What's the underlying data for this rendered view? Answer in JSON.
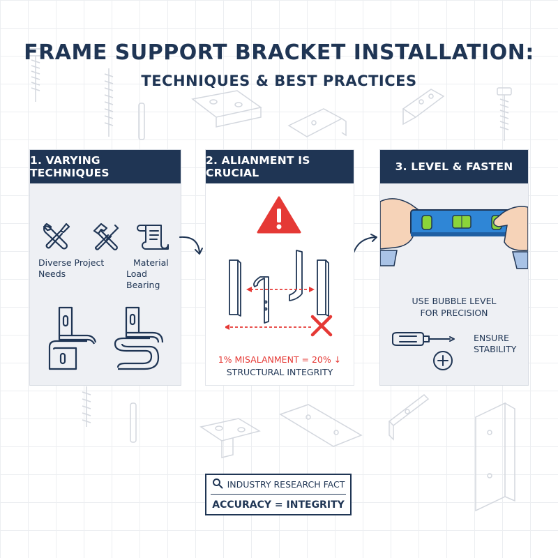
{
  "title": "FRAME SUPPORT BRACKET INSTALLATION:",
  "subtitle": "TECHNIQUES & BEST PRACTICES",
  "panels": [
    {
      "header": "1. VARYING TECHNIQUES",
      "labels": [
        "Diverse Project",
        "Needs",
        "Material",
        "Load Bearing"
      ],
      "icons": [
        "wrench-screwdriver-icon",
        "hammer-wrench-icon",
        "blueprint-scroll-icon",
        "l-bracket-icon",
        "s-hook-bracket-icon"
      ]
    },
    {
      "header": "2. ALIANMENT IS CRUCIAL",
      "stat_prefix": "1% MISALANMENT = ",
      "stat_value": "20%",
      "stat_arrow": "↓",
      "stat_line2": "STRUCTURAL INTEGRITY",
      "icons": [
        "warning-icon",
        "misaligned-bracket-icon",
        "red-x-icon"
      ]
    },
    {
      "header": "3. LEVEL & FASTEN",
      "level_text": [
        "USE BUBBLE LEVEL",
        "FOR PRECISION"
      ],
      "stability_text": [
        "ENSURE",
        "STABILITY"
      ],
      "icons": [
        "bubble-level-icon",
        "screwdriver-icon",
        "screw-head-icon"
      ]
    }
  ],
  "fact": {
    "label": "INDUSTRY RESEARCH FACT",
    "statement": "ACCURACY = INTEGRITY"
  },
  "colors": {
    "navy": "#1f3554",
    "alert_red": "#e53935",
    "level_blue": "#2f86d6",
    "bubble_green": "#8bd43a",
    "panel_bg": "#eef0f4"
  }
}
